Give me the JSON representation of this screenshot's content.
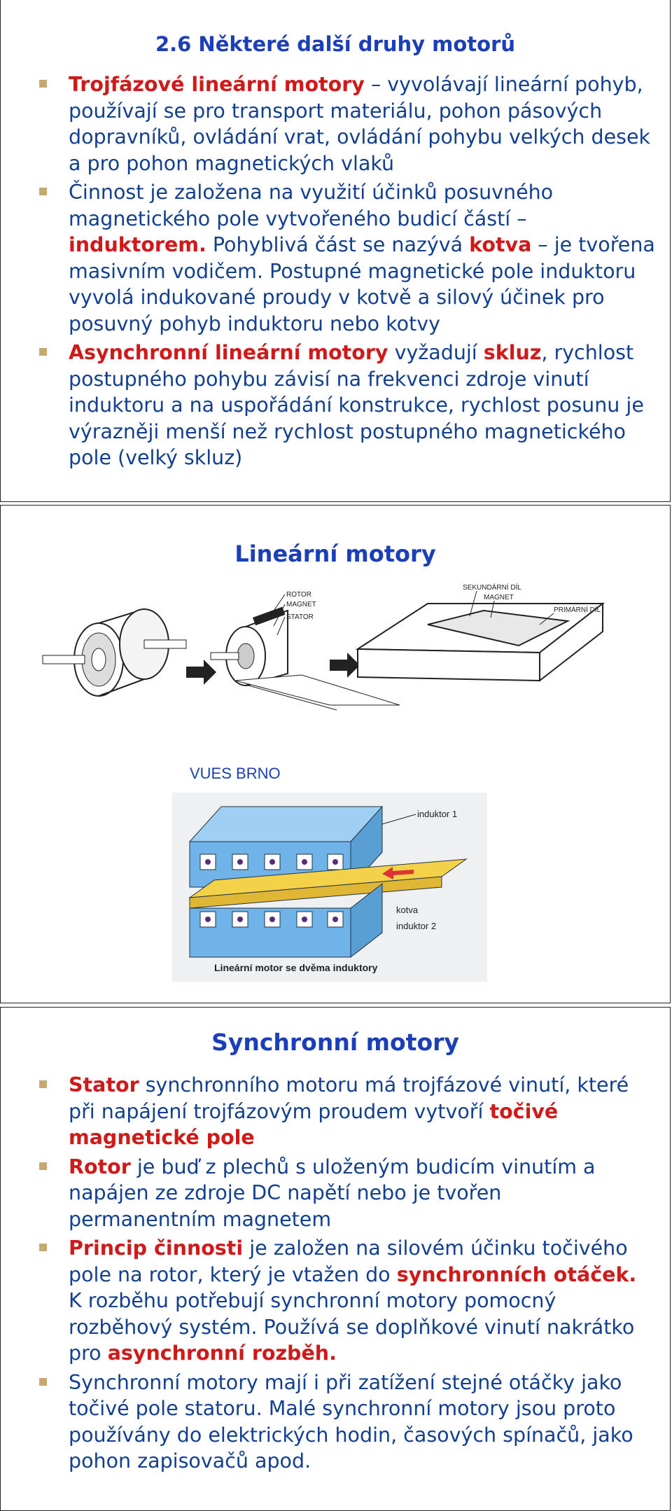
{
  "slide1": {
    "title": "2.6 Některé další druhy motorů",
    "bullets": [
      {
        "parts": [
          {
            "t": "Trojfázové lineární motory",
            "hl": true
          },
          {
            "t": " – vyvolávají lineární pohyb, používají se pro transport materiálu, pohon pásových dopravníků, ovládání vrat, ovládání pohybu velkých desek a pro pohon magnetických vlaků",
            "hl": false
          }
        ]
      },
      {
        "parts": [
          {
            "t": "Činnost je založena na využití účinků posuvného magnetického pole vytvořeného budicí částí – ",
            "hl": false
          },
          {
            "t": "induktorem.",
            "hl": true
          },
          {
            "t": " Pohyblivá část se nazývá ",
            "hl": false
          },
          {
            "t": "kotva",
            "hl": true
          },
          {
            "t": " – je tvořena masivním vodičem. Postupné magnetické pole induktoru vyvolá indukované proudy v kotvě a silový účinek pro posuvný pohyb induktoru nebo kotvy",
            "hl": false
          }
        ]
      },
      {
        "parts": [
          {
            "t": "Asynchronní lineární motory",
            "hl": true
          },
          {
            "t": " vyžadují ",
            "hl": false
          },
          {
            "t": "skluz",
            "hl": true
          },
          {
            "t": ", rychlost postupného pohybu závisí na frekvenci zdroje vinutí induktoru a na uspořádání konstrukce, rychlost posunu je výrazněji menší než rychlost postupného magnetického pole (velký skluz)",
            "hl": false
          }
        ]
      }
    ]
  },
  "slide2": {
    "title": "Lineární motory",
    "caption": "VUES BRNO",
    "diagram1": {
      "rotor_label": "ROTOR",
      "magnet_label": "MAGNET",
      "stator_label": "STATOR",
      "secondary_label": "SEKUNDÁRNÍ DÍL",
      "magnet2_label": "MAGNET",
      "primary_label": "PRIMÁRNÍ DÍL"
    },
    "diagram2": {
      "inductor1_label": "induktor 1",
      "armature_label": "kotva",
      "inductor2_label": "induktor 2",
      "caption": "Lineární motor se dvěma induktory"
    }
  },
  "slide3": {
    "title": "Synchronní motory",
    "bullets": [
      {
        "parts": [
          {
            "t": "Stator",
            "hl": true
          },
          {
            "t": " synchronního motoru má trojfázové vinutí, které při napájení trojfázovým proudem vytvoří ",
            "hl": false
          },
          {
            "t": "točivé magnetické pole",
            "hl": true
          }
        ]
      },
      {
        "parts": [
          {
            "t": "Rotor",
            "hl": true
          },
          {
            "t": " je buď z plechů s uloženým budicím vinutím a napájen ze zdroje DC napětí nebo je tvořen permanentním magnetem",
            "hl": false
          }
        ]
      },
      {
        "parts": [
          {
            "t": "Princip činnosti",
            "hl": true
          },
          {
            "t": " je založen na silovém účinku točivého pole na rotor, který je vtažen do ",
            "hl": false
          },
          {
            "t": "synchronních otáček.",
            "hl": true
          },
          {
            "t": " K rozběhu potřebují synchronní motory pomocný rozběhový systém. Používá se doplňkové vinutí nakrátko pro ",
            "hl": false
          },
          {
            "t": "asynchronní rozběh.",
            "hl": true
          }
        ]
      },
      {
        "parts": [
          {
            "t": "Synchronní motory mají i při zatížení stejné otáčky jako točivé pole statoru. Malé synchronní motory jsou proto používány do elektrických hodin, časových spínačů, jako pohon zapisovačů apod.",
            "hl": false
          }
        ]
      }
    ]
  },
  "colors": {
    "text": "#123f8f",
    "highlight": "#d01a1a",
    "title": "#1a3fb8",
    "bullet": "#c8a771",
    "inductor": "#6fb3e8",
    "armature": "#f3d24a"
  }
}
